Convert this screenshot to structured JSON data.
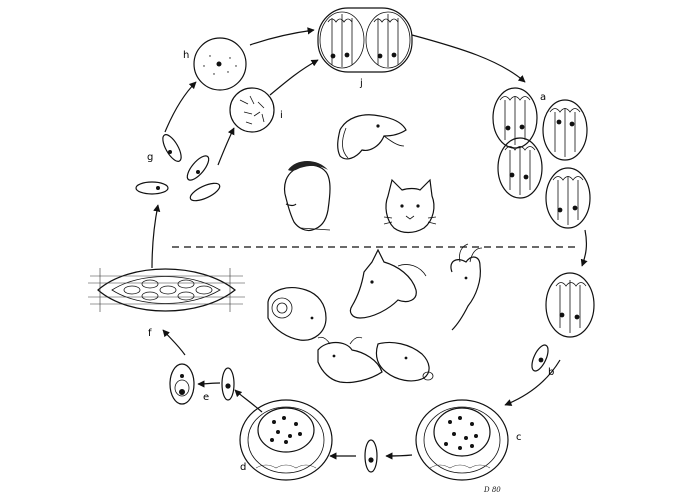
{
  "labels": {
    "a": "a",
    "b": "b",
    "c": "c",
    "d": "d",
    "e": "e",
    "f": "f",
    "g": "g",
    "h": "h",
    "i": "i",
    "j": "j"
  },
  "signature": "D 80",
  "colors": {
    "ink": "#111111",
    "background": "#ffffff"
  }
}
